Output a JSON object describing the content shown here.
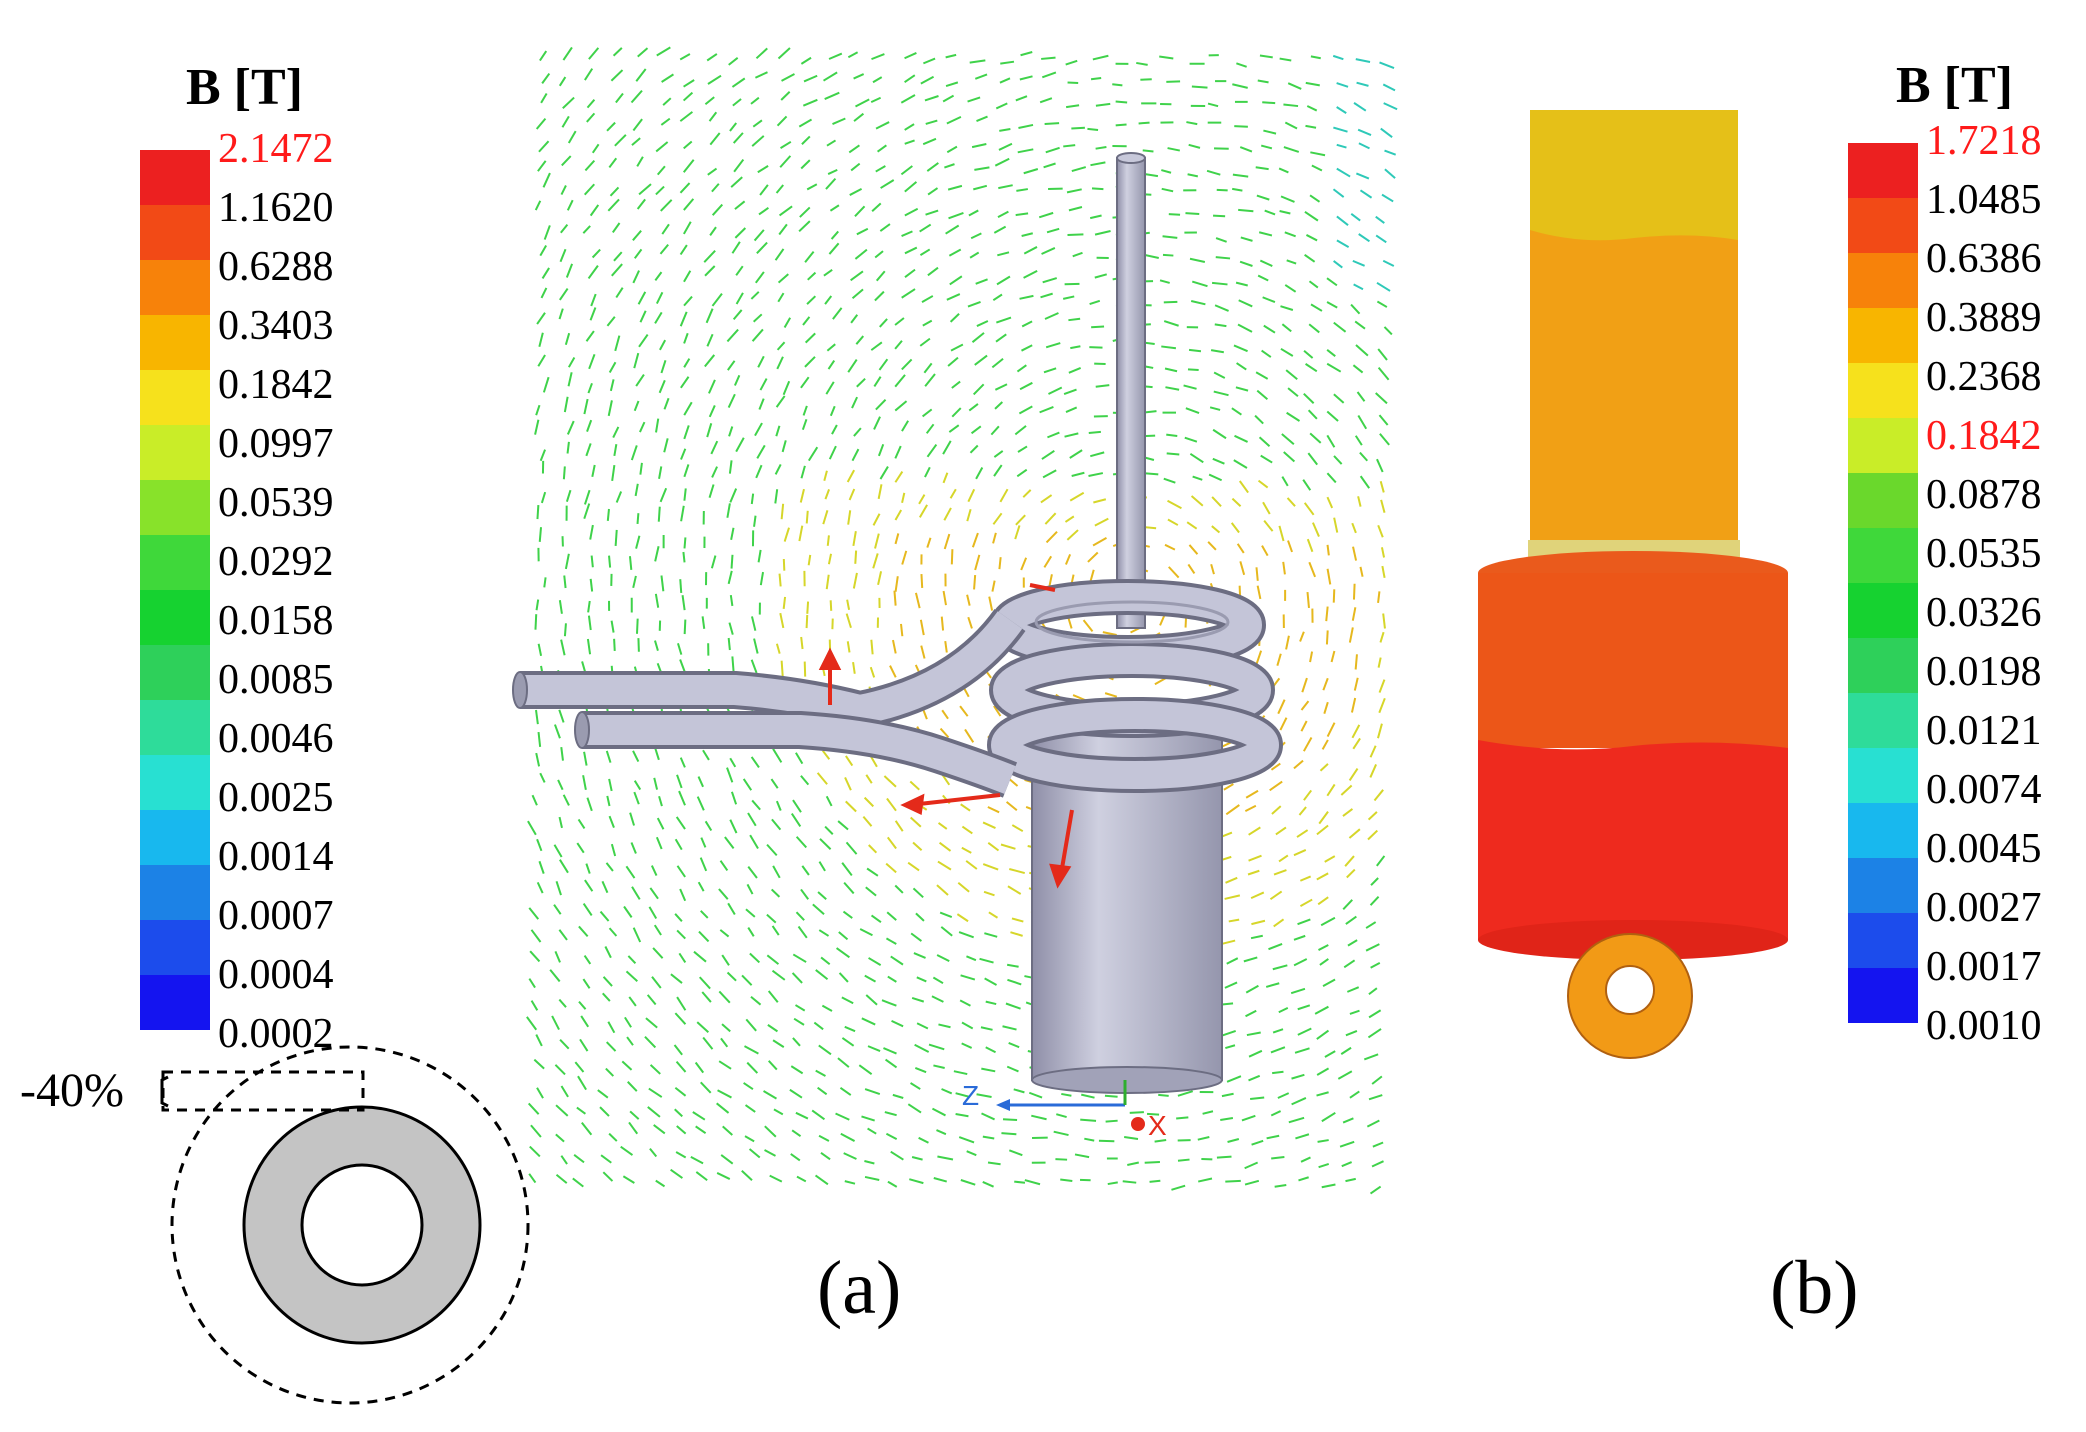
{
  "legend_a": {
    "title": "B [T]",
    "ticks": [
      "2.1472",
      "1.1620",
      "0.6288",
      "0.3403",
      "0.1842",
      "0.0997",
      "0.0539",
      "0.0292",
      "0.0158",
      "0.0085",
      "0.0046",
      "0.0025",
      "0.0014",
      "0.0007",
      "0.0004",
      "0.0002"
    ],
    "highlight": [
      "2.1472"
    ],
    "colors": [
      "#ec2020",
      "#f24a16",
      "#f7820a",
      "#f8b500",
      "#f6e11c",
      "#c9ed28",
      "#88e22a",
      "#3fd83a",
      "#16d230",
      "#2ed05a",
      "#2edc9a",
      "#28e0d2",
      "#18b8ee",
      "#1c82e6",
      "#1c4cec",
      "#1414f0"
    ]
  },
  "legend_b": {
    "title": "B [T]",
    "ticks": [
      "1.7218",
      "1.0485",
      "0.6386",
      "0.3889",
      "0.2368",
      "0.1842",
      "0.0878",
      "0.0535",
      "0.0326",
      "0.0198",
      "0.0121",
      "0.0074",
      "0.0045",
      "0.0027",
      "0.0017",
      "0.0010"
    ],
    "highlight": [
      "1.7218",
      "0.1842"
    ],
    "colors": [
      "#ec2020",
      "#f24a16",
      "#f7820a",
      "#f8b500",
      "#f6e11c",
      "#c9ed28",
      "#6ad82c",
      "#3fd83a",
      "#16d230",
      "#2ed05a",
      "#2edc9a",
      "#28e0d2",
      "#18b8ee",
      "#1c82e6",
      "#1c4cec",
      "#1414f0"
    ]
  },
  "highlight_color": "#ff1a1a",
  "shrink_note": "-40%",
  "axes": {
    "z": "Z",
    "x": "X"
  },
  "panels": {
    "a": "(a)",
    "b": "(b)"
  }
}
